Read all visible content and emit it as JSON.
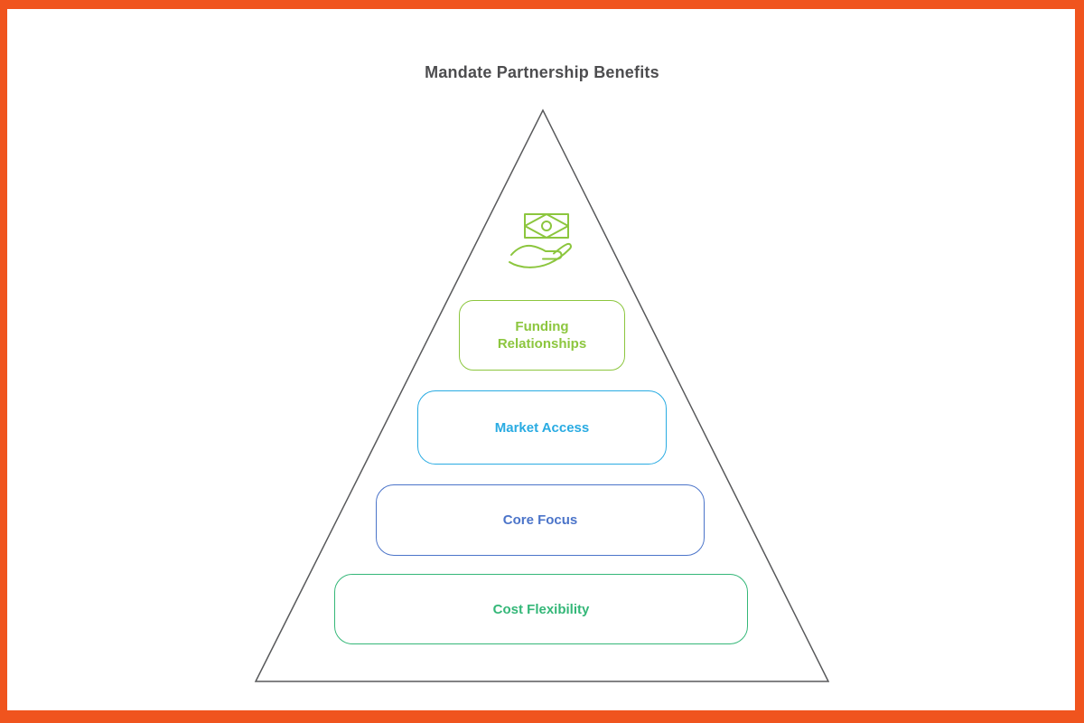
{
  "page": {
    "background": "#ffffff",
    "frame_color": "#F0541E"
  },
  "title": {
    "text": "Mandate Partnership Benefits",
    "color": "#4D4D4F"
  },
  "pyramid": {
    "outline_color": "#58595B",
    "icon": {
      "name": "hand-receiving-money",
      "color": "#8CC63E"
    },
    "levels": [
      {
        "label": "Funding Relationships",
        "color": "#8CC63E"
      },
      {
        "label": "Market Access",
        "color": "#29ABE2"
      },
      {
        "label": "Core Focus",
        "color": "#4B74C9"
      },
      {
        "label": "Cost Flexibility",
        "color": "#34B778"
      }
    ]
  }
}
